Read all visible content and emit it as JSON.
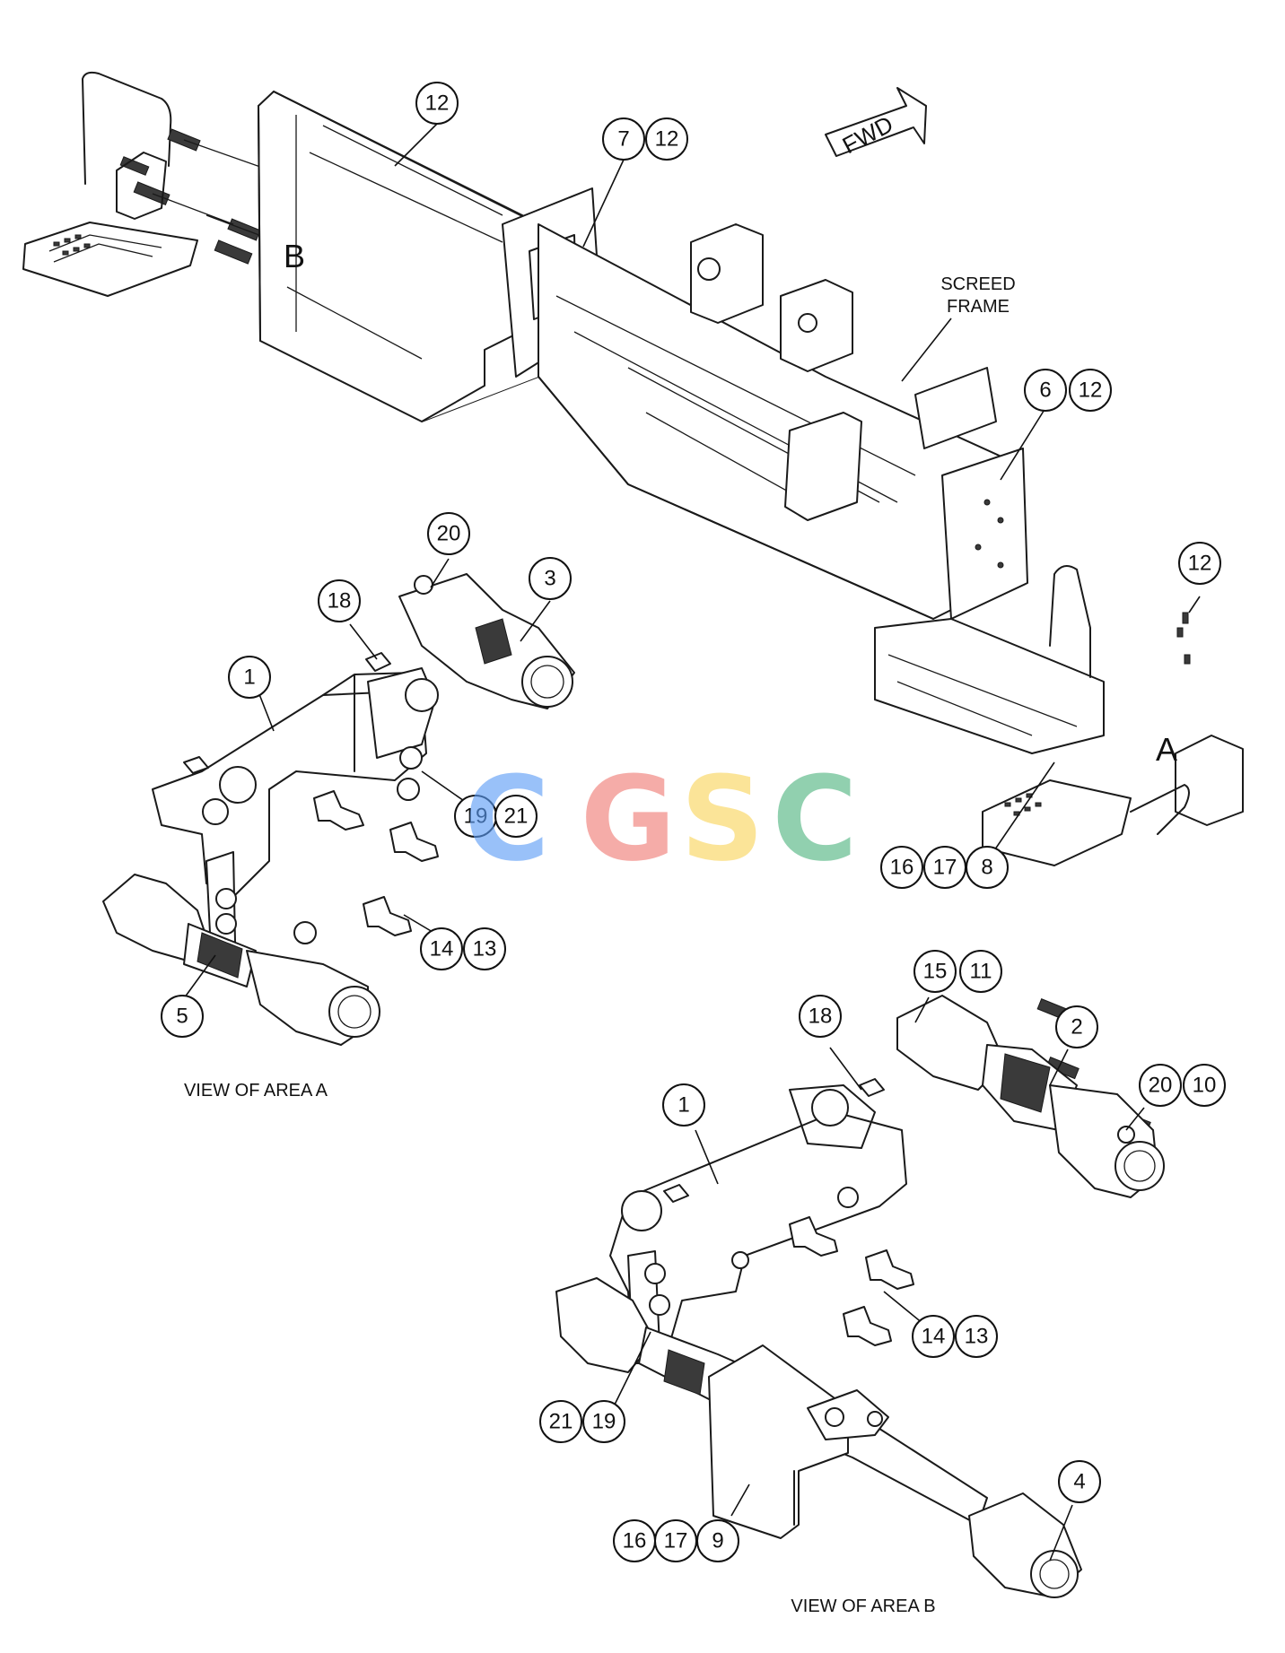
{
  "arrow_label": "FWD",
  "frame_label_line1": "SCREED",
  "frame_label_line2": "FRAME",
  "area_a_letter": "A",
  "area_b_letter": "B",
  "caption_a": "VIEW OF AREA A",
  "caption_b": "VIEW OF AREA B",
  "watermark": {
    "letters": [
      "C",
      "G",
      "S",
      "C"
    ],
    "colors": [
      "#5b9cf6",
      "#f07a74",
      "#f9d55a",
      "#4fb47f"
    ]
  },
  "callouts": [
    "12",
    "7",
    "12",
    "6",
    "12",
    "12",
    "16",
    "17",
    "8",
    "20",
    "3",
    "18",
    "1",
    "19",
    "21",
    "14",
    "13",
    "5",
    "15",
    "11",
    "2",
    "18",
    "20",
    "10",
    "1",
    "14",
    "13",
    "21",
    "19",
    "4",
    "16",
    "17",
    "9"
  ]
}
